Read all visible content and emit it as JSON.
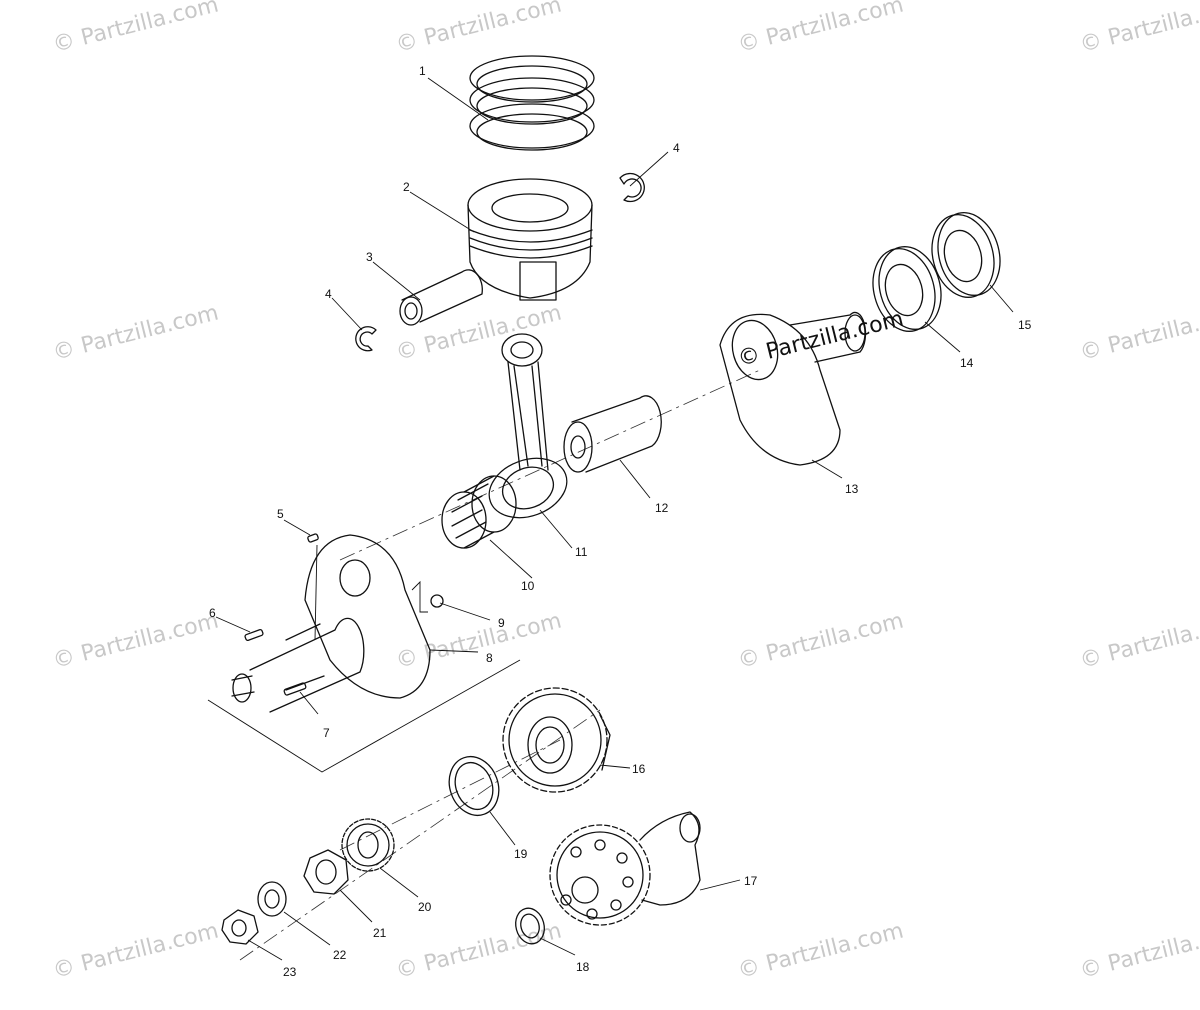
{
  "diagram": {
    "watermark_text": "© Partzilla.com",
    "center_watermark_text": "© Partzilla.com",
    "part_labels": {
      "p1": "1",
      "p2": "2",
      "p3": "3",
      "p4a": "4",
      "p4b": "4",
      "p5": "5",
      "p6": "6",
      "p7": "7",
      "p8": "8",
      "p9": "9",
      "p10": "10",
      "p11": "11",
      "p12": "12",
      "p13": "13",
      "p14": "14",
      "p15": "15",
      "p16": "16",
      "p17": "17",
      "p18": "18",
      "p19": "19",
      "p20": "20",
      "p21": "21",
      "p22": "22",
      "p23": "23"
    }
  }
}
